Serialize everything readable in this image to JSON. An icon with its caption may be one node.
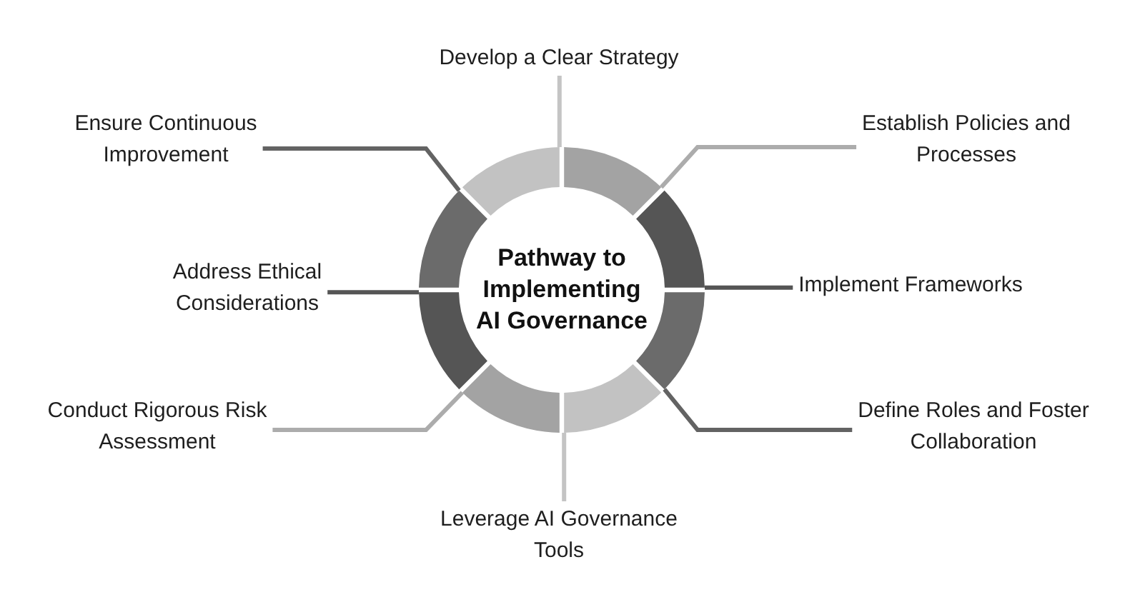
{
  "diagram": {
    "nodes": [
      {
        "text": [
          "Develop a Clear Strategy"
        ]
      },
      {
        "text": [
          "Establish Policies and Processes"
        ]
      },
      {
        "text": [
          "Implement Frameworks"
        ]
      },
      {
        "text": [
          "Define Roles and Foster Collaboration"
        ]
      },
      {
        "text": [
          "Leverage AI Governance Tools"
        ]
      },
      {
        "text": [
          "Conduct Rigorous Risk Assessment"
        ]
      },
      {
        "text": [
          "Address Ethical Considerations"
        ]
      },
      {
        "text": [
          "Ensure Continuous Improvement"
        ]
      },
      {
        "text": [
          "Pathway to Implementing AI Governance"
        ]
      },
      {
        "text": [],
        "shape": "arc"
      },
      {
        "text": [],
        "shape": "arc"
      },
      {
        "text": [],
        "shape": "arc"
      },
      {
        "text": [],
        "shape": "arc"
      },
      {
        "text": [],
        "shape": "arc"
      },
      {
        "text": [],
        "shape": "arc"
      },
      {
        "text": [],
        "shape": "arc"
      },
      {
        "text": [],
        "shape": "arc"
      }
    ],
    "edges": [
      {
        "from": 0,
        "to": 16,
        "arrow": "none",
        "color": "#c4c4c4"
      },
      {
        "from": 1,
        "to": 9,
        "arrow": "none",
        "color": "#acacac"
      },
      {
        "from": 2,
        "to": 10,
        "arrow": "none",
        "color": "#555555"
      },
      {
        "from": 3,
        "to": 11,
        "arrow": "none",
        "color": "#636363"
      },
      {
        "from": 4,
        "to": 12,
        "arrow": "none",
        "color": "#c4c4c4"
      },
      {
        "from": 5,
        "to": 13,
        "arrow": "none",
        "color": "#acacac"
      },
      {
        "from": 6,
        "to": 14,
        "arrow": "none",
        "color": "#555555"
      },
      {
        "from": 7,
        "to": 15,
        "arrow": "none",
        "color": "#636363"
      }
    ]
  }
}
